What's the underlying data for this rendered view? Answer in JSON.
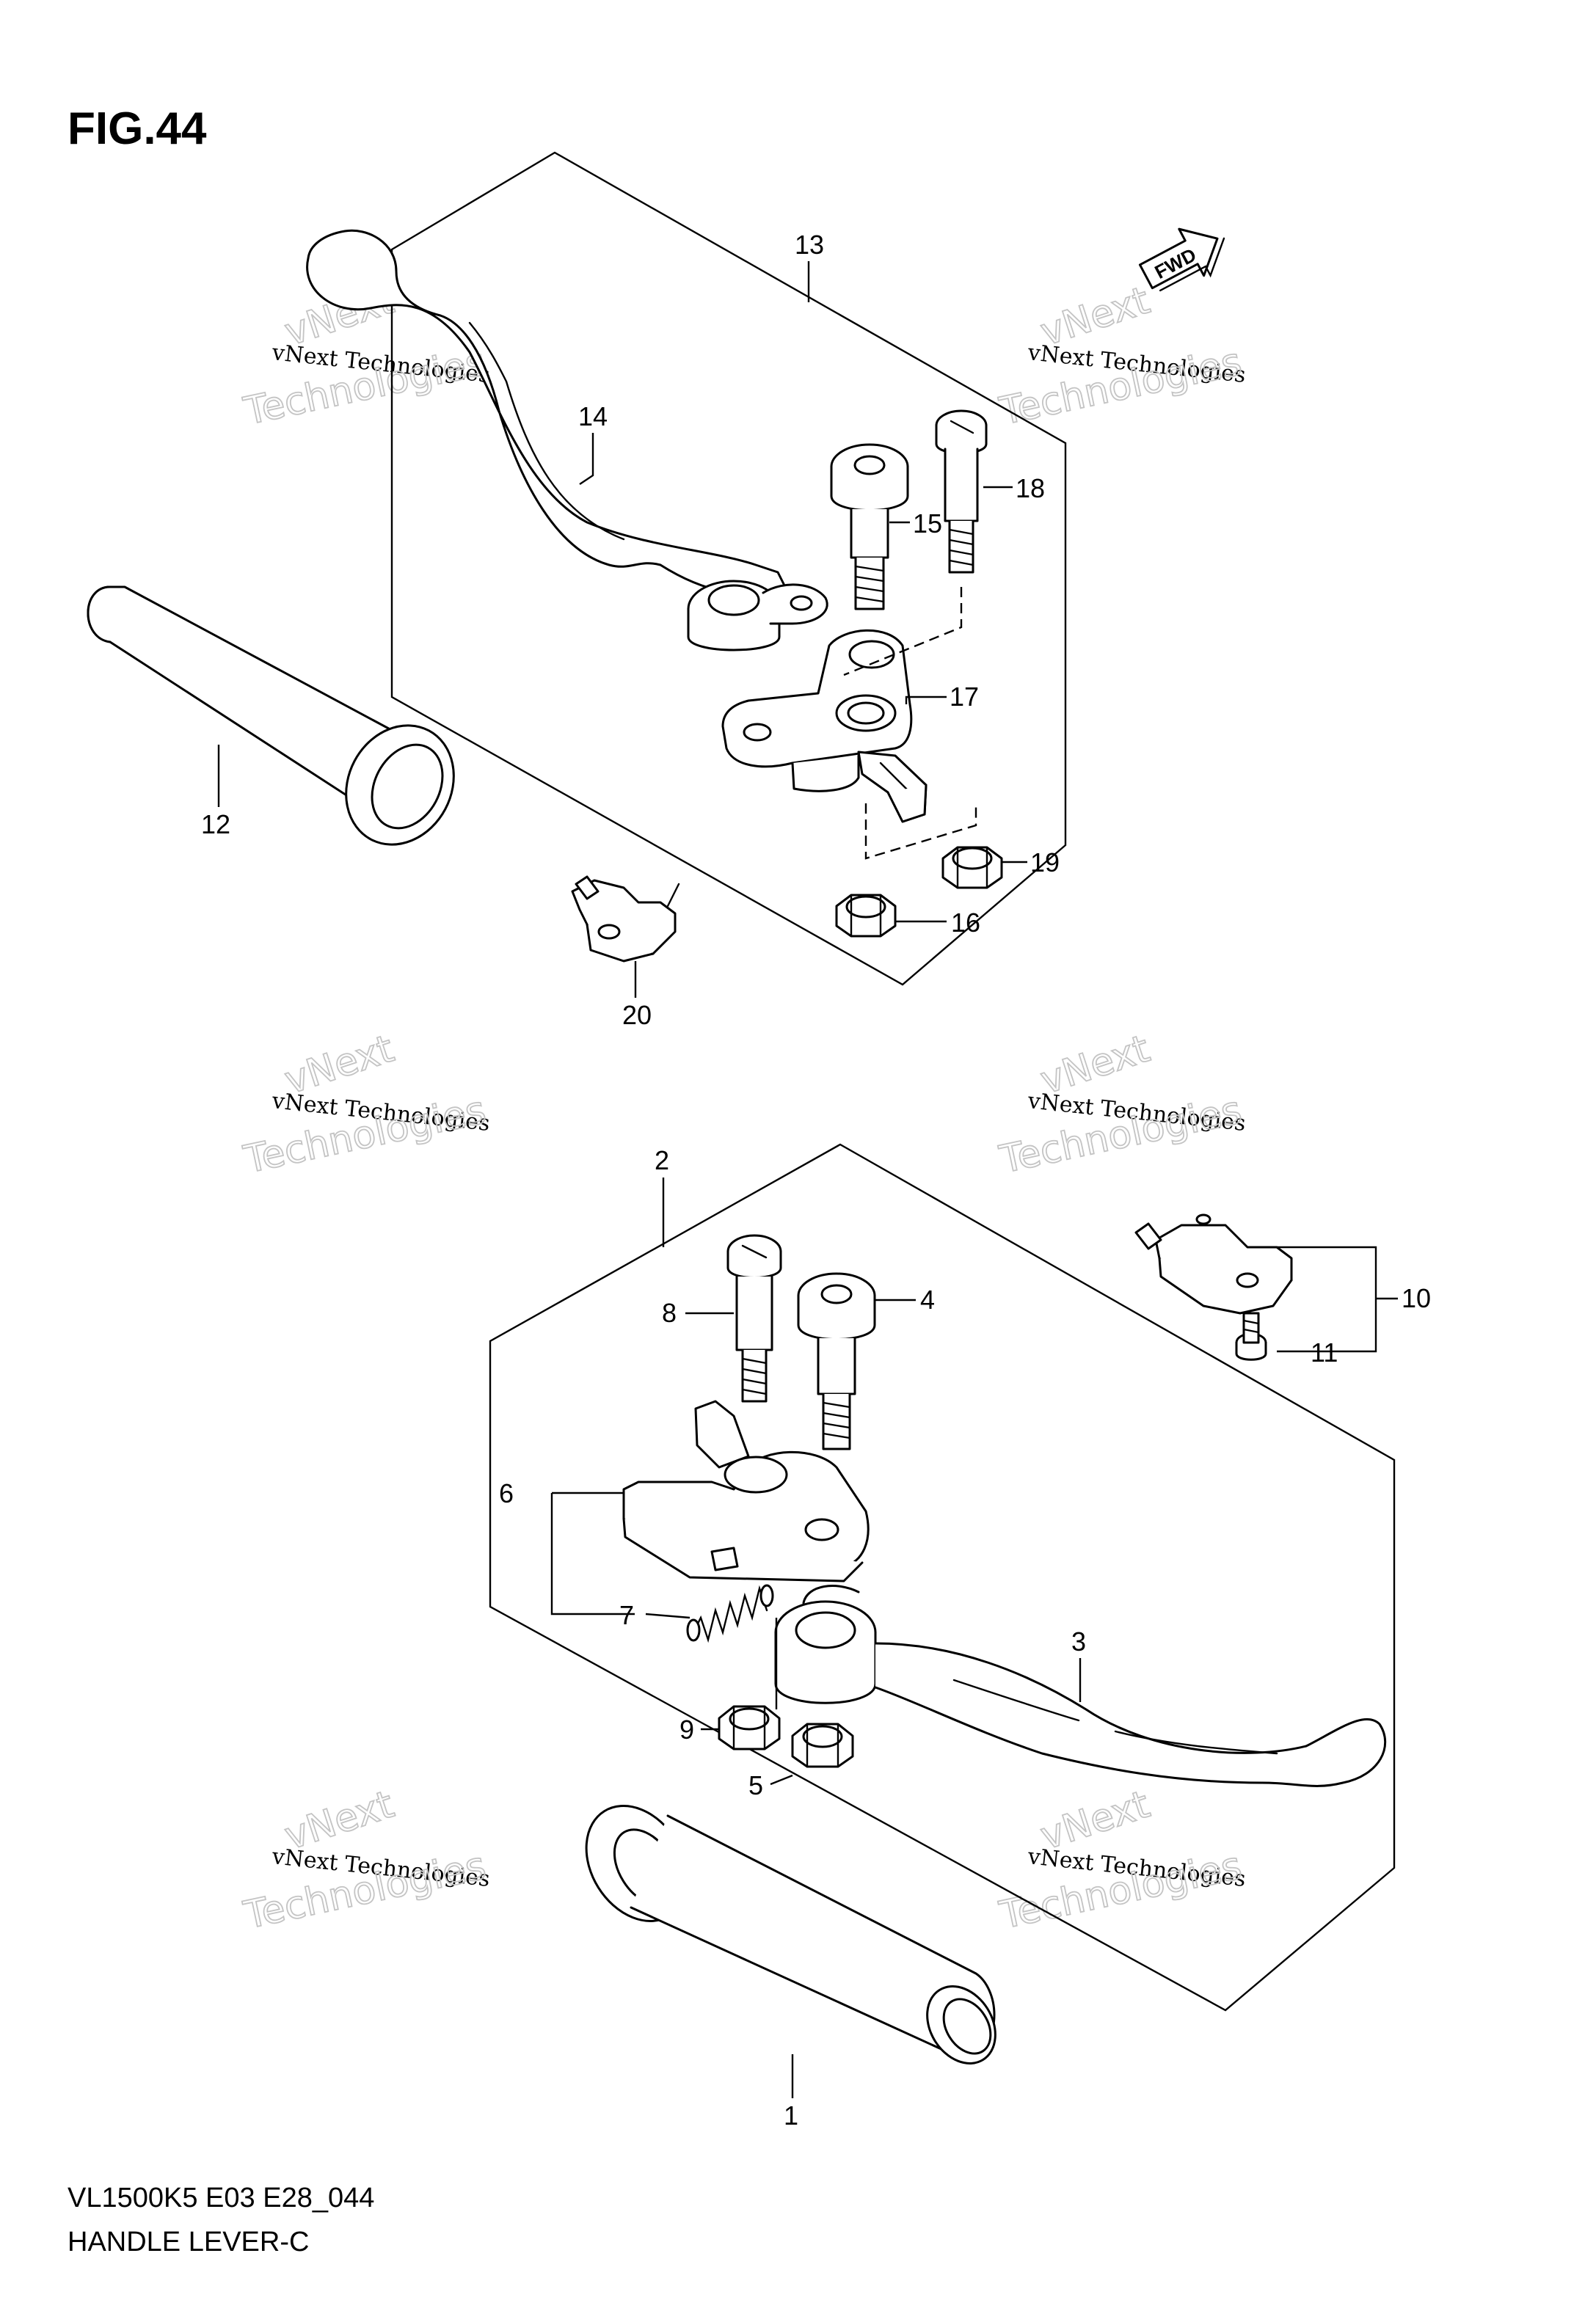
{
  "figure": {
    "title": "FIG.44",
    "model_code": "VL1500K5 E03 E28_044",
    "name": "HANDLE LEVER-C"
  },
  "fwd_label": "FWD",
  "watermark": {
    "line1": "vNext Technologies",
    "line2": "vNext",
    "line3": "Technologies"
  },
  "callouts": [
    {
      "id": "callout-1",
      "number": "1"
    },
    {
      "id": "callout-2",
      "number": "2"
    },
    {
      "id": "callout-3",
      "number": "3"
    },
    {
      "id": "callout-4",
      "number": "4"
    },
    {
      "id": "callout-5",
      "number": "5"
    },
    {
      "id": "callout-6",
      "number": "6"
    },
    {
      "id": "callout-7",
      "number": "7"
    },
    {
      "id": "callout-8",
      "number": "8"
    },
    {
      "id": "callout-9",
      "number": "9"
    },
    {
      "id": "callout-10",
      "number": "10"
    },
    {
      "id": "callout-11",
      "number": "11"
    },
    {
      "id": "callout-12",
      "number": "12"
    },
    {
      "id": "callout-13",
      "number": "13"
    },
    {
      "id": "callout-14",
      "number": "14"
    },
    {
      "id": "callout-15",
      "number": "15"
    },
    {
      "id": "callout-16",
      "number": "16"
    },
    {
      "id": "callout-17",
      "number": "17"
    },
    {
      "id": "callout-18",
      "number": "18"
    },
    {
      "id": "callout-19",
      "number": "19"
    },
    {
      "id": "callout-20",
      "number": "20"
    }
  ]
}
